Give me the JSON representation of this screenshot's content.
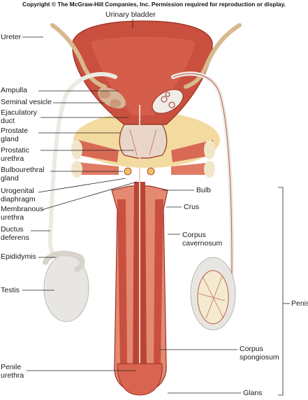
{
  "copyright": "Copyright © The McGraw-Hill Companies, Inc. Permission required for reproduction or display.",
  "labels": {
    "urinary_bladder": "Urinary bladder",
    "ureter": "Ureter",
    "ampulla": "Ampulla",
    "seminal_vesicle": "Seminal vesicle",
    "ejaculatory_duct": [
      "Ejaculatory",
      "duct"
    ],
    "prostate_gland": [
      "Prostate",
      "gland"
    ],
    "prostatic_urethra": [
      "Prostatic",
      "urethra"
    ],
    "bulbourethral_gland": [
      "Bulbourethral",
      "gland"
    ],
    "urogenital_diaphragm": [
      "Urogenital",
      "diaphragm"
    ],
    "membranous_urethra": [
      "Membranous",
      "urethra"
    ],
    "ductus_deferens": [
      "Ductus",
      "deferens"
    ],
    "epididymis": "Epididymis",
    "testis": "Testis",
    "penile_urethra": [
      "Penile",
      "urethra"
    ],
    "bulb": "Bulb",
    "crus": "Crus",
    "corpus_cavernosum": [
      "Corpus",
      "cavernosum"
    ],
    "penis": "Penis",
    "corpus_spongiosum": [
      "Corpus",
      "spongiosum"
    ],
    "glans": "Glans"
  },
  "colors": {
    "muscle": "#c9503f",
    "muscle_light": "#e58a72",
    "muscle_dark": "#9a2f24",
    "fat": "#f3dba0",
    "testis": "#e8e6e2",
    "gland_tan": "#d9b59a",
    "leader": "#222222"
  }
}
